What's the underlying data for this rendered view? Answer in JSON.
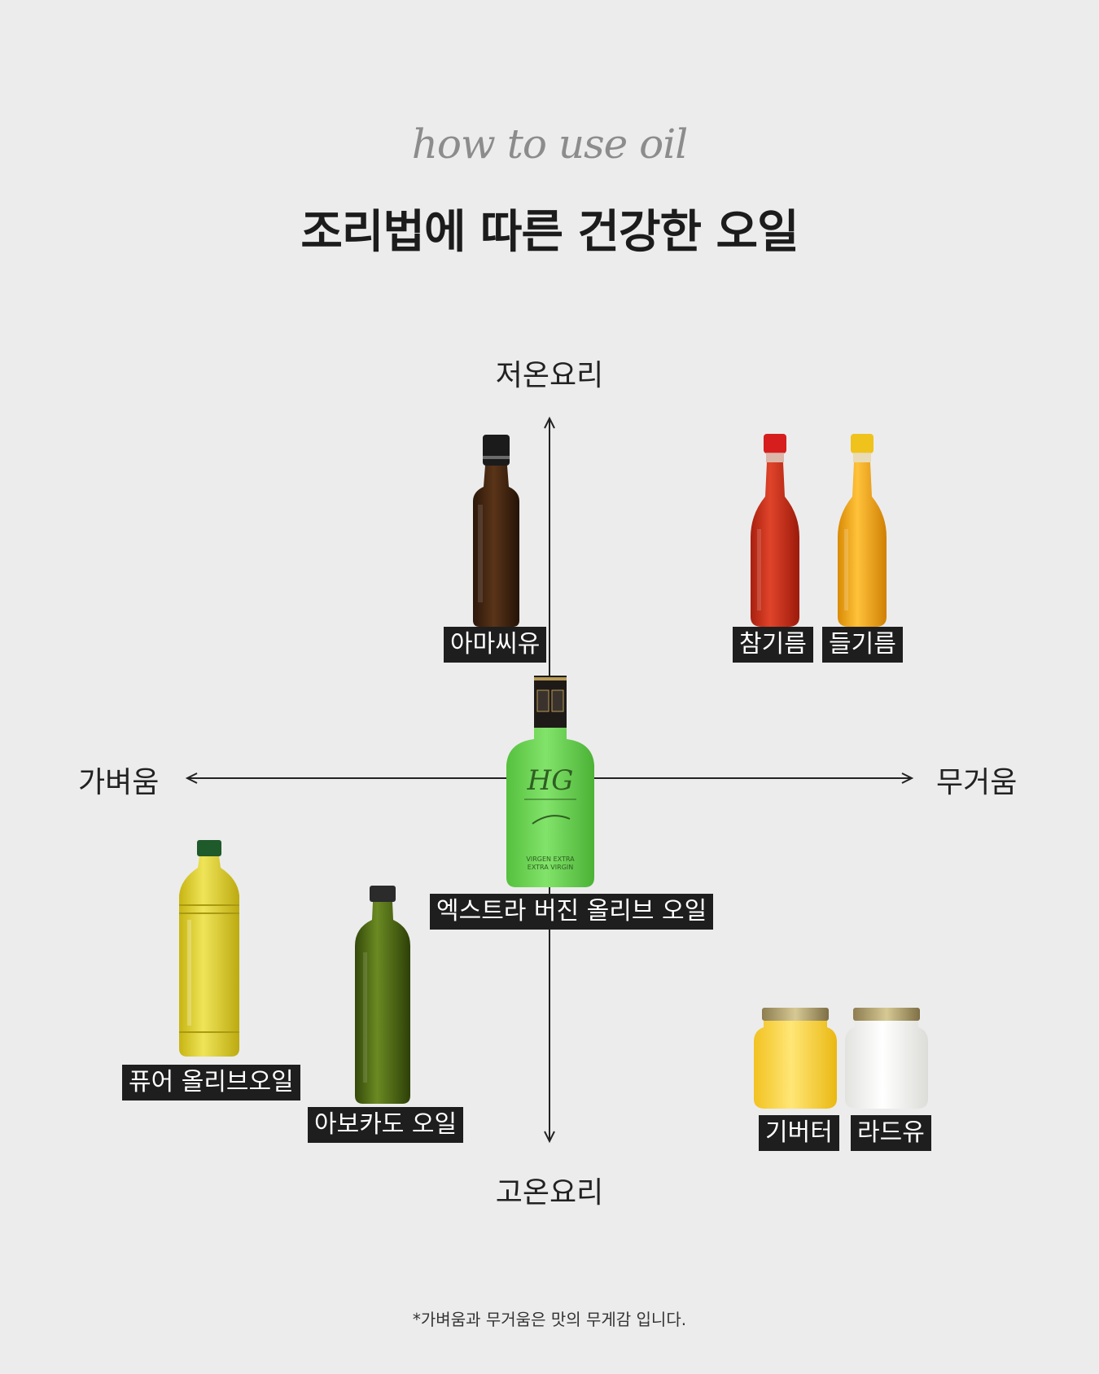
{
  "header": {
    "subtitle": "how to use oil",
    "title": "조리법에 따른 건강한 오일"
  },
  "axes": {
    "top": "저온요리",
    "bottom": "고온요리",
    "left": "가벼움",
    "right": "무거움"
  },
  "oils": {
    "flaxseed": "아마씨유",
    "sesame": "참기름",
    "perilla": "들기름",
    "extra_virgin": "엑스트라 버진 올리브 오일",
    "pure_olive": "퓨어 올리브오일",
    "avocado": "아보카도 오일",
    "ghee": "기버터",
    "lard": "라드유"
  },
  "bottle_text": {
    "brand_mark": "HG",
    "line1": "VIRGEN EXTRA",
    "line2": "EXTRA VIRGIN"
  },
  "footnote": "*가벼움과 무거움은 맛의 무게감 입니다.",
  "colors": {
    "background": "#ececec",
    "tag_background": "#1e1e1e",
    "flaxseed": "#4a2a14",
    "sesame": "#c8311b",
    "perilla": "#f2a814",
    "evoo_bottle": "#6cd453",
    "pure_olive": "#e0d12a",
    "avocado": "#4f6b14",
    "ghee": "#fbd33c",
    "lard": "#f8f8f6"
  },
  "icons": [
    "flaxseed-bottle-icon",
    "sesame-oil-bottle-icon",
    "perilla-oil-bottle-icon",
    "olive-oil-bottle-icon",
    "pet-bottle-icon",
    "glass-bottle-icon",
    "jar-icon"
  ]
}
